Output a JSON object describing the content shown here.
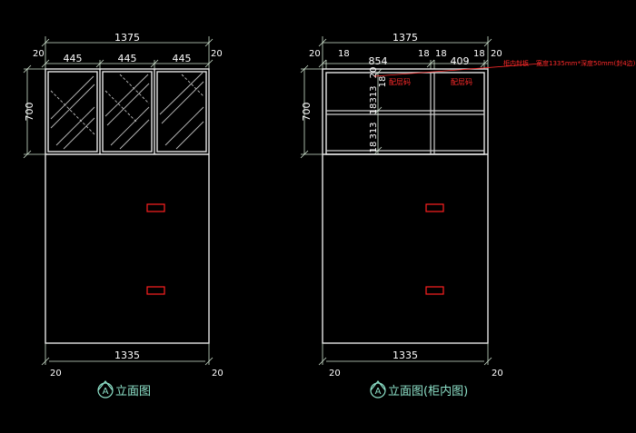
{
  "colors": {
    "background": "#000000",
    "frame": "#e6e6e6",
    "shelf": "#d0d0d0",
    "dimension": "#cfe3cf",
    "text": "#ffffff",
    "handle": "#ff2020",
    "note": "#ff2a2a",
    "hatch": "#bdbdbd",
    "label": "#8de0c8"
  },
  "left_view": {
    "dims": {
      "top_total": "1375",
      "top_left_side": "20",
      "top_right_side": "20",
      "seg1": "445",
      "seg2": "445",
      "seg3": "445",
      "height": "700",
      "bottom_total": "1335",
      "bottom_left": "20",
      "bottom_right": "20"
    },
    "label_letter": "A",
    "label_text": "立面图"
  },
  "right_view": {
    "dims": {
      "top_total": "1375",
      "top_left_side": "20",
      "top_left_board": "18",
      "top_width_left": "854",
      "top_mid_board1": "18",
      "top_mid_board2": "18",
      "top_width_right": "409",
      "top_right_board": "18",
      "top_right_side": "20",
      "height": "700",
      "top_gap": "20",
      "shelf_board1": "18",
      "compartment1": "313",
      "shelf_board2": "18",
      "compartment2": "313",
      "shelf_board3": "18",
      "bottom_total": "1335",
      "bottom_left": "20",
      "bottom_right": "20"
    },
    "note_top": "柜内封板",
    "note_size": "宽度1335mm*深度50mm(封4边)",
    "tag_left": "配层码",
    "tag_right": "配层码",
    "label_letter": "A",
    "label_text": "立面图(柜内图)"
  }
}
